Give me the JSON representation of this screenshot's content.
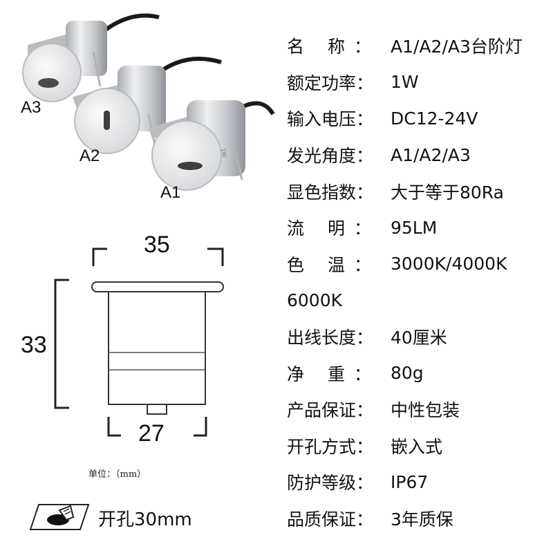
{
  "product_labels": {
    "a1": "A1",
    "a2": "A2",
    "a3": "A3"
  },
  "dimensions": {
    "width_top": "35",
    "height": "33",
    "width_bottom": "27"
  },
  "unit_note": "单位：（mm）",
  "hole_note": "开孔30mm",
  "specs": [
    {
      "key": "名 称：",
      "value": "A1/A2/A3台阶灯",
      "spread": true
    },
    {
      "key": "额定功率：",
      "value": "1W"
    },
    {
      "key": "输入电压：",
      "value": "DC12-24V"
    },
    {
      "key": "发光角度：",
      "value": "A1/A2/A3"
    },
    {
      "key": "显色指数：",
      "value": "大于等于80Ra"
    },
    {
      "key": "流 明：",
      "value": "95LM",
      "spread": true
    },
    {
      "key": "色 温：",
      "value": "3000K/4000K",
      "spread": true
    },
    {
      "key": "",
      "value": "6000K",
      "continuation": true
    },
    {
      "key": "出线长度：",
      "value": "40厘米"
    },
    {
      "key": "净 重：",
      "value": "80g",
      "spread": true
    },
    {
      "key": "产品保证：",
      "value": "中性包装"
    },
    {
      "key": "开孔方式：",
      "value": "嵌入式"
    },
    {
      "key": "防护等级：",
      "value": "IP67"
    },
    {
      "key": "品质保证：",
      "value": "3年质保"
    }
  ],
  "colors": {
    "text": "#111111",
    "metal": "#c9ccd1",
    "cable": "#1a1a1a"
  }
}
